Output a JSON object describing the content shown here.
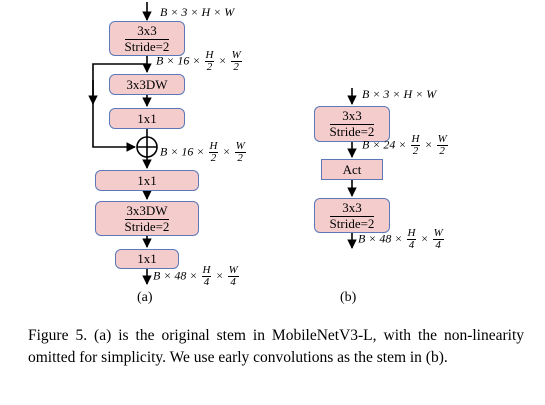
{
  "panel_a": {
    "boxes": [
      {
        "line1": "3x3",
        "line2": "Stride=2"
      },
      {
        "line1": "3x3DW",
        "line2": ""
      },
      {
        "line1": "1x1",
        "line2": ""
      },
      {
        "line1": "1x1",
        "line2": ""
      },
      {
        "line1": "3x3DW",
        "line2": "Stride=2"
      },
      {
        "line1": "1x1",
        "line2": ""
      }
    ],
    "shape_in": "B × 3 × H × W",
    "shape_mid1": {
      "prefix": "B × 16 ×",
      "f1_num": "H",
      "f1_den": "2",
      "mult": "×",
      "f2_num": "W",
      "f2_den": "2"
    },
    "shape_mid2": {
      "prefix": "B × 16 ×",
      "f1_num": "H",
      "f1_den": "2",
      "mult": "×",
      "f2_num": "W",
      "f2_den": "2"
    },
    "shape_out": {
      "prefix": "B × 48 ×",
      "f1_num": "H",
      "f1_den": "4",
      "mult": "×",
      "f2_num": "W",
      "f2_den": "4"
    },
    "label": "(a)"
  },
  "panel_b": {
    "boxes": [
      {
        "line1": "3x3",
        "line2": "Stride=2"
      },
      {
        "line1": "Act",
        "line2": ""
      },
      {
        "line1": "3x3",
        "line2": "Stride=2"
      }
    ],
    "shape_in": "B × 3 × H × W",
    "shape_mid": {
      "prefix": "B × 24 ×",
      "f1_num": "H",
      "f1_den": "2",
      "mult": "×",
      "f2_num": "W",
      "f2_den": "2"
    },
    "shape_out": {
      "prefix": "B × 48 ×",
      "f1_num": "H",
      "f1_den": "4",
      "mult": "×",
      "f2_num": "W",
      "f2_den": "4"
    },
    "label": "(b)"
  },
  "caption": "Figure 5. (a) is the original stem in MobileNetV3-L, with the non-linearity omitted for simplicity. We use early convolutions as the stem in (b).",
  "colors": {
    "box_fill": "#f4cccc",
    "box_border": "#5b78b8",
    "line": "#000000"
  }
}
